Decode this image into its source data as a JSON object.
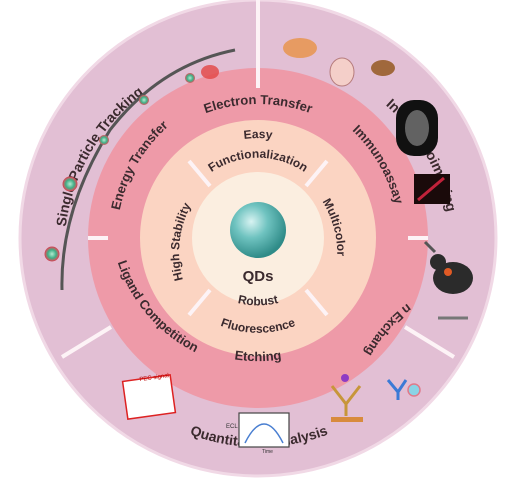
{
  "center": {
    "label": "QDs"
  },
  "inner_ring": {
    "properties": [
      "Easy",
      "Functionalization",
      "Multicolor",
      "Robust",
      "Fluorescence",
      "High Stability"
    ]
  },
  "middle_ring": {
    "mechanisms": [
      "Electron Transfer",
      "Immunoassay",
      "Ion Exchange",
      "Etching",
      "Ligand Competition",
      "Energy Transfer"
    ]
  },
  "outer_ring": {
    "applications": [
      "Single-Particle Tracking",
      "In Vivo Bioimaging",
      "Quantitative Analysis"
    ]
  },
  "figure_text": {
    "pec_signal": "PEC signal",
    "ecl": "ECL",
    "time": "Time"
  },
  "colors": {
    "outer_ring": "#e2bfd4",
    "middle_ring": "#ee9aa8",
    "inner_ring": "#fbd4c2",
    "core_disk": "#fbeee0",
    "qd_sphere": "#4cb0ad",
    "divider": "#fdf3f6"
  }
}
